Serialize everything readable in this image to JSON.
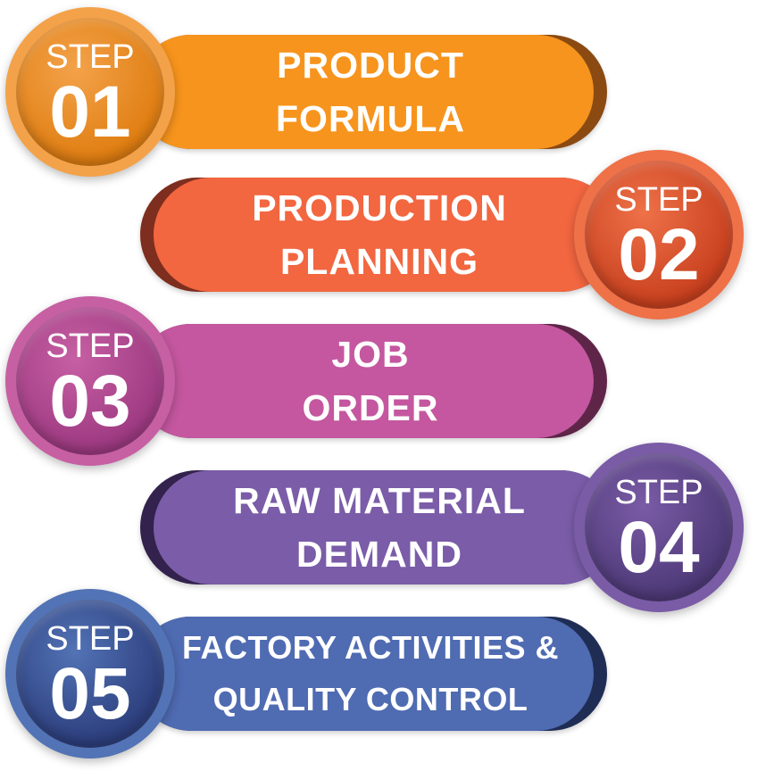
{
  "steps": [
    {
      "word": "STEP",
      "number": "01",
      "line1": "PRODUCT",
      "line2": "FORMULA",
      "side": "left",
      "colors": {
        "bar": "#F7941D",
        "barShadow": "#8A4A12",
        "ring": "#F3A24A",
        "circle": "#E07E12"
      }
    },
    {
      "word": "STEP",
      "number": "02",
      "line1": "PRODUCTION",
      "line2": "PLANNING",
      "side": "right",
      "colors": {
        "bar": "#F26640",
        "barShadow": "#7E2E1E",
        "ring": "#EE7148",
        "circle": "#C9411F"
      }
    },
    {
      "word": "STEP",
      "number": "03",
      "line1": "JOB",
      "line2": "ORDER",
      "side": "left",
      "colors": {
        "bar": "#C4579F",
        "barShadow": "#5E2549",
        "ring": "#C75FA3",
        "circle": "#9E3A82"
      }
    },
    {
      "word": "STEP",
      "number": "04",
      "line1": "RAW MATERIAL",
      "line2": "DEMAND",
      "side": "right",
      "colors": {
        "bar": "#7A5CA8",
        "barShadow": "#33224D",
        "ring": "#7A5BA6",
        "circle": "#4E3A78"
      }
    },
    {
      "word": "STEP",
      "number": "05",
      "line1": "FACTORY ACTIVITIES &",
      "line2": "QUALITY CONTROL",
      "side": "left",
      "colors": {
        "bar": "#4F6BB2",
        "barShadow": "#1F2D55",
        "ring": "#5273B5",
        "circle": "#2D3F7E"
      }
    }
  ]
}
